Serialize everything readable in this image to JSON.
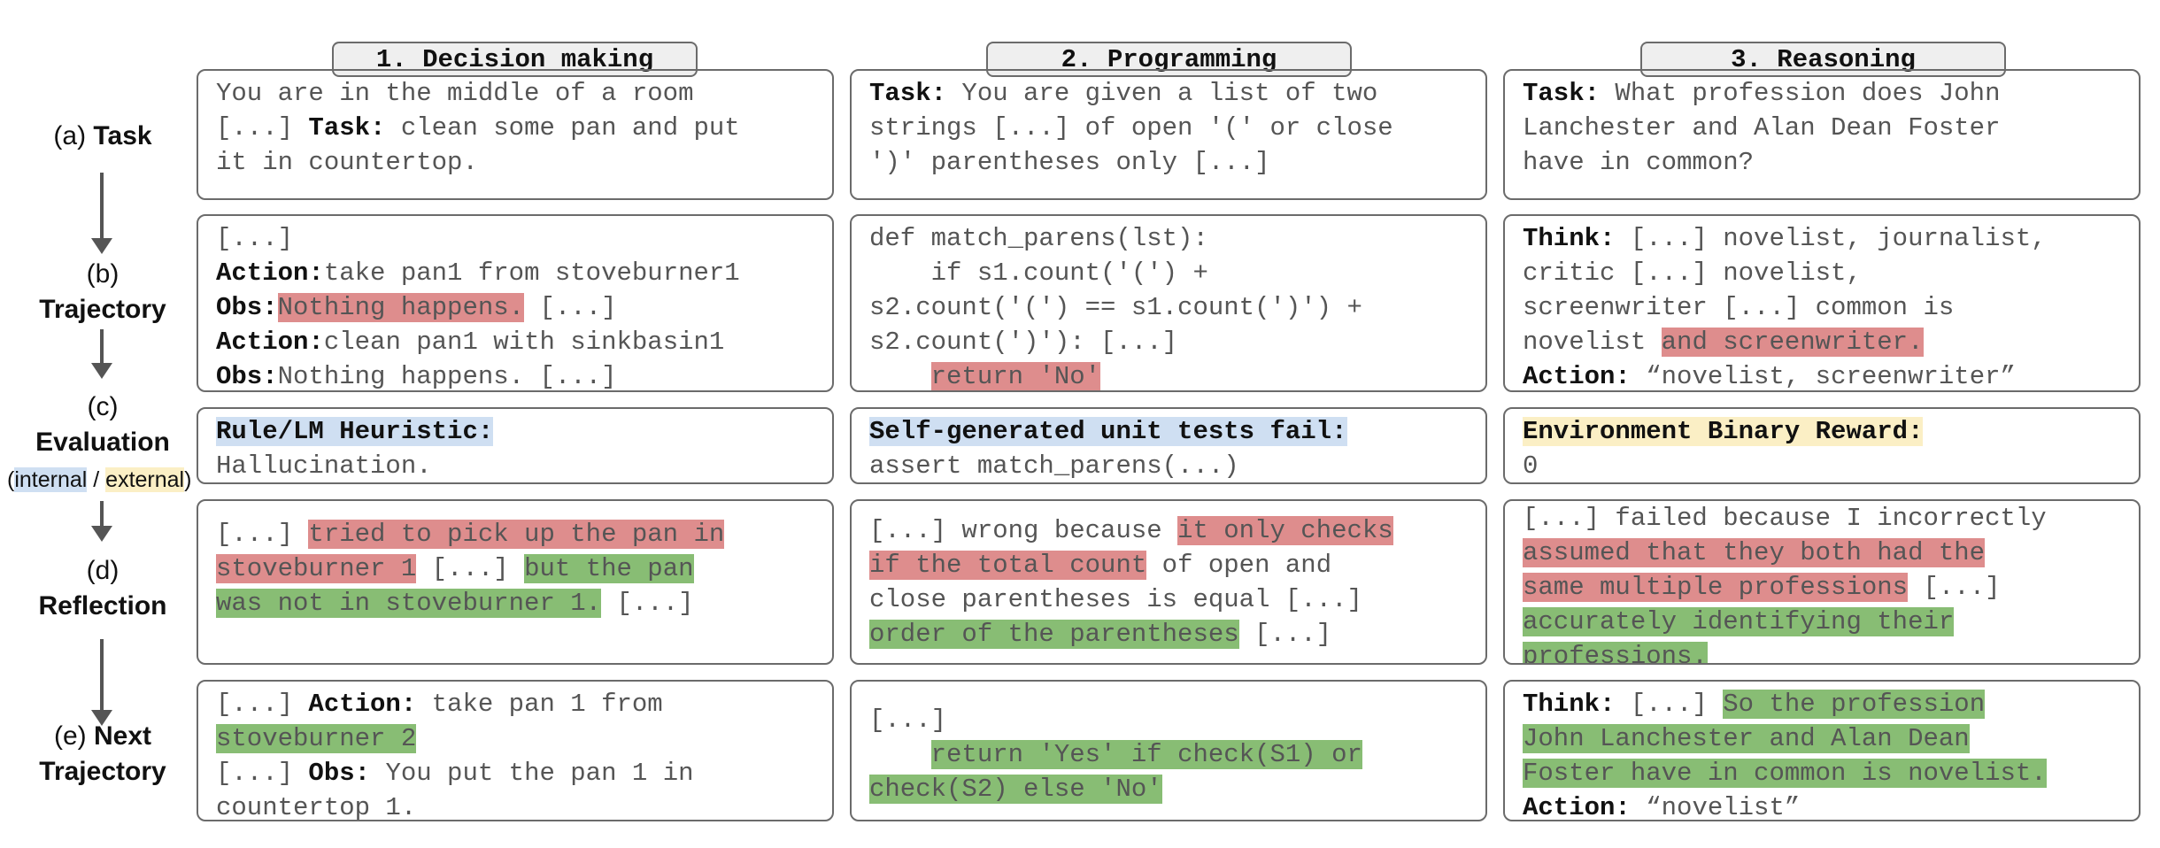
{
  "columns": [
    {
      "title": "1. Decision making"
    },
    {
      "title": "2. Programming"
    },
    {
      "title": "3. Reasoning"
    }
  ],
  "stages": {
    "task_prefix": "(a)",
    "task": "Task",
    "trajectory_prefix": "(b)",
    "trajectory": "Trajectory",
    "evaluation_prefix": "(c)",
    "evaluation": "Evaluation",
    "internal": "internal",
    "slash": " / ",
    "external": "external",
    "reflection_prefix": "(d)",
    "reflection": "Reflection",
    "next_prefix": "(e) ",
    "next": "Next",
    "next_trajectory": "Trajectory"
  },
  "rows": {
    "task": [
      [
        {
          "t": "You are in the middle of a room\n[...] "
        },
        {
          "t": "Task:",
          "b": true
        },
        {
          "t": " clean some pan and put\nit in countertop."
        }
      ],
      [
        {
          "t": "Task:",
          "b": true
        },
        {
          "t": " You are given a list of two\nstrings [...] of open '(' or close\n')' parentheses only [...]"
        }
      ],
      [
        {
          "t": "Task:",
          "b": true
        },
        {
          "t": " What profession does John\nLanchester and Alan Dean Foster\nhave in common?"
        }
      ]
    ],
    "trajectory": [
      [
        {
          "t": "[...]\n"
        },
        {
          "t": "Action:",
          "b": true
        },
        {
          "t": "take pan1 from stoveburner1\n"
        },
        {
          "t": "Obs:",
          "b": true
        },
        {
          "t": "Nothing happens.",
          "h": "red"
        },
        {
          "t": " [...]\n"
        },
        {
          "t": "Action:",
          "b": true
        },
        {
          "t": "clean pan1 with sinkbasin1\n"
        },
        {
          "t": "Obs:",
          "b": true
        },
        {
          "t": "Nothing happens. [...]"
        }
      ],
      [
        {
          "t": "def match_parens(lst):\n    if s1.count('(') +\ns2.count('(') == s1.count(')') +\ns2.count(')'): [...]\n    "
        },
        {
          "t": "return 'No'",
          "h": "red"
        }
      ],
      [
        {
          "t": "Think:",
          "b": true
        },
        {
          "t": " [...] novelist, journalist,\ncritic [...] novelist,\nscreenwriter [...] common is\nnovelist "
        },
        {
          "t": "and screenwriter.",
          "h": "red"
        },
        {
          "t": "\n"
        },
        {
          "t": "Action:",
          "b": true
        },
        {
          "t": " “novelist, screenwriter”"
        }
      ]
    ],
    "evaluation": [
      [
        {
          "t": "Rule/LM Heuristic:",
          "b": true,
          "h": "blu"
        },
        {
          "t": "\nHallucination."
        }
      ],
      [
        {
          "t": "Self-generated unit tests fail:",
          "b": true,
          "h": "blu"
        },
        {
          "t": "\nassert match_parens(...)"
        }
      ],
      [
        {
          "t": "Environment Binary Reward:",
          "b": true,
          "h": "yel"
        },
        {
          "t": "\n0"
        }
      ]
    ],
    "reflection": [
      [
        {
          "t": "[...] "
        },
        {
          "t": "tried to pick up the pan in\nstoveburner 1",
          "h": "red"
        },
        {
          "t": " [...] "
        },
        {
          "t": "but the pan\nwas not in stoveburner 1.",
          "h": "grn"
        },
        {
          "t": " [...]"
        }
      ],
      [
        {
          "t": "[...] wrong because "
        },
        {
          "t": "it only checks\nif the total count",
          "h": "red"
        },
        {
          "t": " of open and\nclose parentheses is equal [...]\n"
        },
        {
          "t": "order of the parentheses",
          "h": "grn"
        },
        {
          "t": " [...]"
        }
      ],
      [
        {
          "t": "[...] failed because I incorrectly\n"
        },
        {
          "t": "assumed that they both had the\nsame multiple professions",
          "h": "red"
        },
        {
          "t": " [...]\n"
        },
        {
          "t": "accurately identifying their\nprofessions.",
          "h": "grn"
        }
      ]
    ],
    "next": [
      [
        {
          "t": "[...] "
        },
        {
          "t": "Action:",
          "b": true
        },
        {
          "t": " take pan 1 from\n"
        },
        {
          "t": "stoveburner 2",
          "h": "grn"
        },
        {
          "t": "\n[...] "
        },
        {
          "t": "Obs:",
          "b": true
        },
        {
          "t": " You put the pan 1 in\ncountertop 1."
        }
      ],
      [
        {
          "t": "[...]\n    "
        },
        {
          "t": "return 'Yes' if check(S1) or\ncheck(S2) else 'No'",
          "h": "grn"
        }
      ],
      [
        {
          "t": "Think:",
          "b": true
        },
        {
          "t": " [...] "
        },
        {
          "t": "So the profession\nJohn Lanchester and Alan Dean\nFoster have in common is novelist.",
          "h": "grn"
        },
        {
          "t": "\n"
        },
        {
          "t": "Action:",
          "b": true
        },
        {
          "t": " “novelist”"
        }
      ]
    ]
  }
}
